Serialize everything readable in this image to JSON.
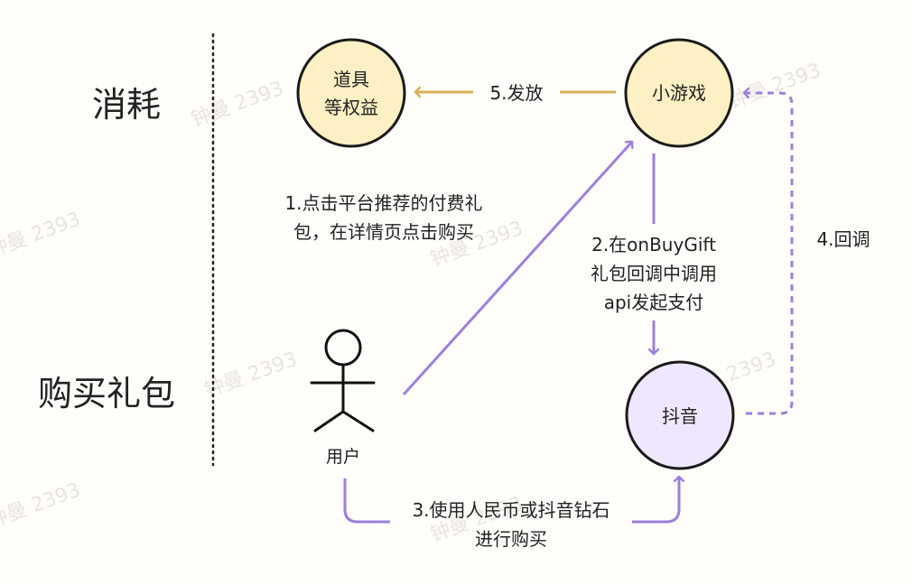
{
  "sections": {
    "consume": "消耗",
    "buy_gift": "购买礼包"
  },
  "nodes": {
    "props": {
      "line1": "道具",
      "line2": "等权益"
    },
    "mini_game": "小游戏",
    "douyin": "抖音",
    "user": "用户"
  },
  "edges": {
    "step1": {
      "line1": "1.点击平台推荐的付费礼",
      "line2": "包，在详情页点击购买"
    },
    "step2": {
      "line1": "2.在onBuyGift",
      "line2": "礼包回调中调用",
      "line3": "api发起支付"
    },
    "step3": {
      "line1": "3.使用人民币或抖音钻石",
      "line2": "进行购买"
    },
    "step4": "4.回调",
    "step5": "5.发放"
  },
  "watermark": "钟曼 2393",
  "colors": {
    "yellow_fill": "#fdf0c4",
    "purple_fill": "#eee7fd",
    "gold_arrow": "#d9b055",
    "purple_arrow": "#9e7fdb"
  }
}
